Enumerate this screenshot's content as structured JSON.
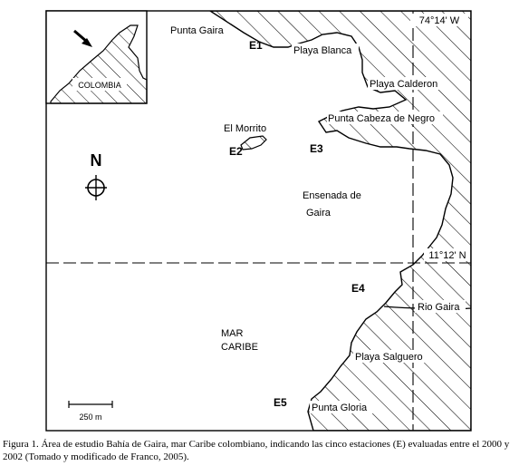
{
  "map": {
    "coordinates": {
      "longitude": "74°14' W",
      "latitude": "11°12' N"
    },
    "stations": [
      "E1",
      "E2",
      "E3",
      "E4",
      "E5"
    ],
    "places": {
      "punta_gaira": "Punta Gaira",
      "playa_blanca": "Playa Blanca",
      "playa_calderon": "Playa Calderon",
      "el_morrito": "El Morrito",
      "punta_cabeza_de_negro": "Punta Cabeza de Negro",
      "ensenada_line1": "Ensenada de",
      "ensenada_line2": "Gaira",
      "rio_gaira": "Rio Gaira",
      "mar_line1": "MAR",
      "mar_line2": "CARIBE",
      "playa_salguero": "Playa Salguero",
      "punta_gloria": "Punta Gloria"
    },
    "compass": {
      "north": "N"
    },
    "scale_bar": {
      "label": "250 m"
    },
    "inset": {
      "country_label": "COLOMBIA"
    }
  },
  "caption": "Figura 1. Área de estudio Bahía de Gaira, mar Caribe colombiano, indicando las cinco estaciones (E) evaluadas entre el 2000 y 2002 (Tomado y modificado de Franco, 2005)."
}
